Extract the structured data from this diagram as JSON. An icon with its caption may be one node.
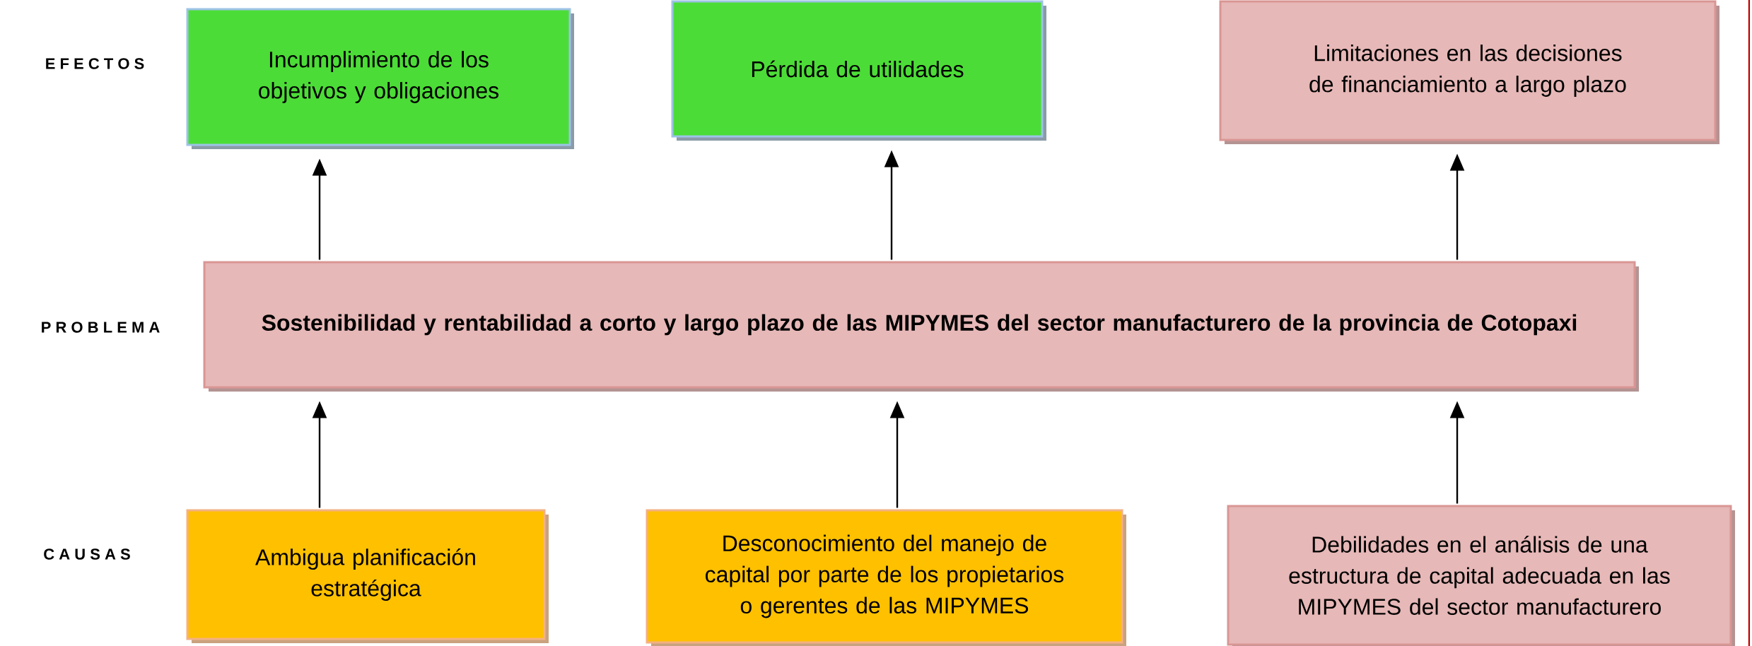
{
  "diagram": {
    "nodes": [
      {
        "text": [
          "Incumplimiento de los objetivos y obligaciones"
        ]
      },
      {
        "text": [
          "Pérdida de utilidades"
        ]
      },
      {
        "text": [
          "Limitaciones en las decisiones de financiamiento a largo plazo"
        ]
      },
      {
        "text": [
          "Sostenibilidad y rentabilidad a corto y largo plazo de las MIPYMES del sector manufacturero de la provincia de Cotopaxi"
        ]
      },
      {
        "text": [
          "Ambigua planificación estratégica"
        ]
      },
      {
        "text": [
          "Desconocimiento del manejo de capital por parte de los propietarios o gerentes de las MIPYMES"
        ]
      },
      {
        "text": [
          "Debilidades en el análisis de una estructura de capital adecuada en las MIPYMES del sector manufacturero"
        ]
      }
    ],
    "edges": [
      {
        "from": 3,
        "to": 0,
        "arrow": "to"
      },
      {
        "from": 3,
        "to": 1,
        "arrow": "to"
      },
      {
        "from": 3,
        "to": 2,
        "arrow": "to"
      },
      {
        "from": 4,
        "to": 3,
        "arrow": "to"
      },
      {
        "from": 5,
        "to": 3,
        "arrow": "to"
      },
      {
        "from": 6,
        "to": 3,
        "arrow": "to"
      }
    ],
    "labels": [
      "E F E C T O S",
      "P R O B L E M A",
      "C A U S A S"
    ]
  }
}
